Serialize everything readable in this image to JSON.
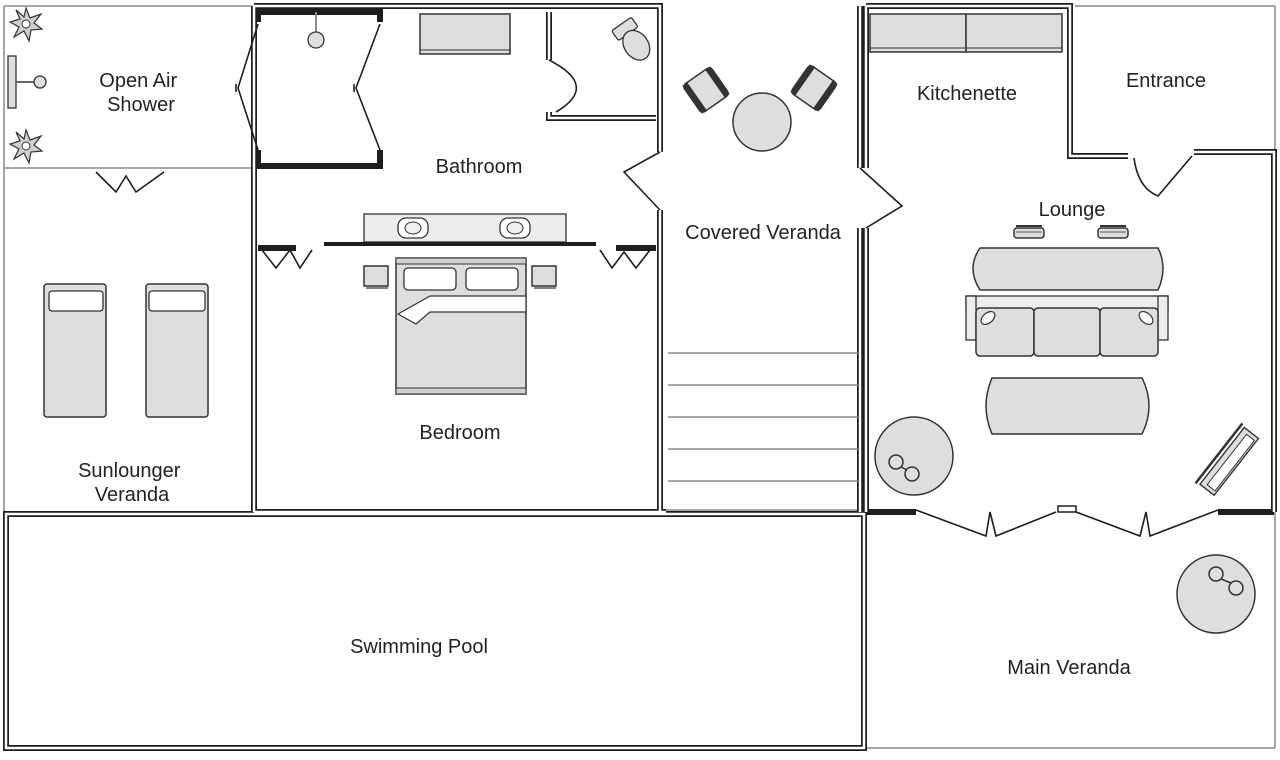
{
  "rooms": {
    "open_air_shower": [
      "Open Air",
      "Shower"
    ],
    "bathroom": "Bathroom",
    "covered_veranda": "Covered Veranda",
    "kitchenette": "Kitchenette",
    "entrance": "Entrance",
    "lounge": "Lounge",
    "bedroom": "Bedroom",
    "sunlounger_veranda": [
      "Sunlounger",
      "Veranda"
    ],
    "swimming_pool": "Swimming Pool",
    "main_veranda": "Main Veranda"
  },
  "icons": {
    "plant": "plant-icon",
    "shower": "shower-icon",
    "toilet": "toilet-icon",
    "sink": "sink-icon",
    "bed": "bed-icon",
    "sun_lounger": "sun-lounger-icon",
    "chair": "chair-icon",
    "table": "table-icon",
    "sofa": "sofa-icon",
    "tv": "tv-icon",
    "glasses": "glasses-icon"
  },
  "colors": {
    "wall": "#1e1e1e",
    "furniture_fill": "#dedede",
    "outline": "#8a8a8a",
    "background": "#ffffff"
  }
}
